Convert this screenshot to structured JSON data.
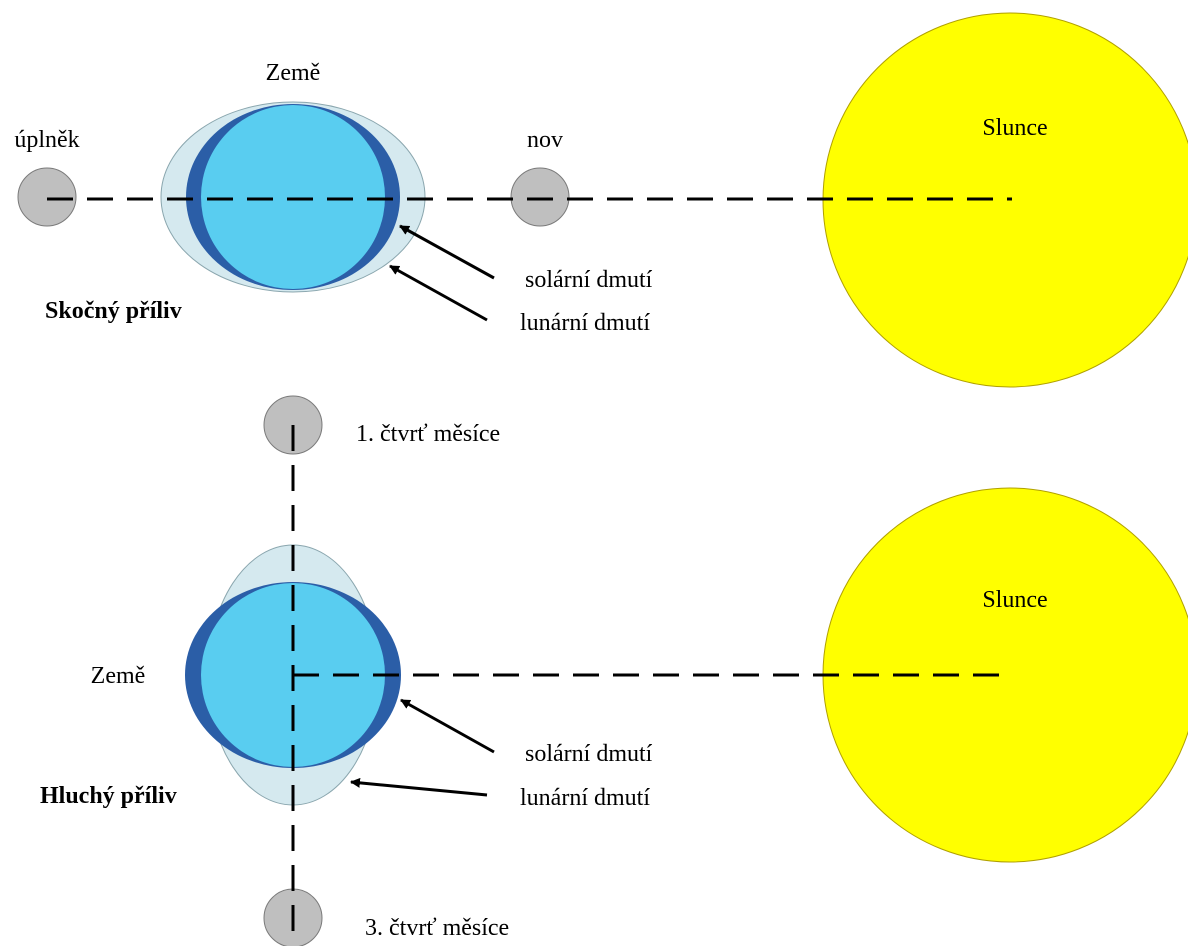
{
  "colors": {
    "sun": "#ffff00",
    "sun_outline": "#b0a000",
    "moon": "#bfbfbf",
    "moon_outline": "#7a7a7a",
    "lunar_bulge": "#d5e9ef",
    "solar_bulge": "#2b5ea7",
    "earth": "#59cdf0"
  },
  "spring_tide": {
    "title": "Skočný příliv",
    "earth_label": "Země",
    "full_moon_label": "úplněk",
    "new_moon_label": "nov",
    "sun_label": "Slunce",
    "solar_bulge_label": "solární dmutí",
    "lunar_bulge_label": "lunární dmutí"
  },
  "neap_tide": {
    "title": "Hluchý příliv",
    "earth_label": "Země",
    "first_quarter_label": "1. čtvrť měsíce",
    "third_quarter_label": "3. čtvrť měsíce",
    "sun_label": "Slunce",
    "solar_bulge_label": "solární dmutí",
    "lunar_bulge_label": "lunární dmutí"
  }
}
